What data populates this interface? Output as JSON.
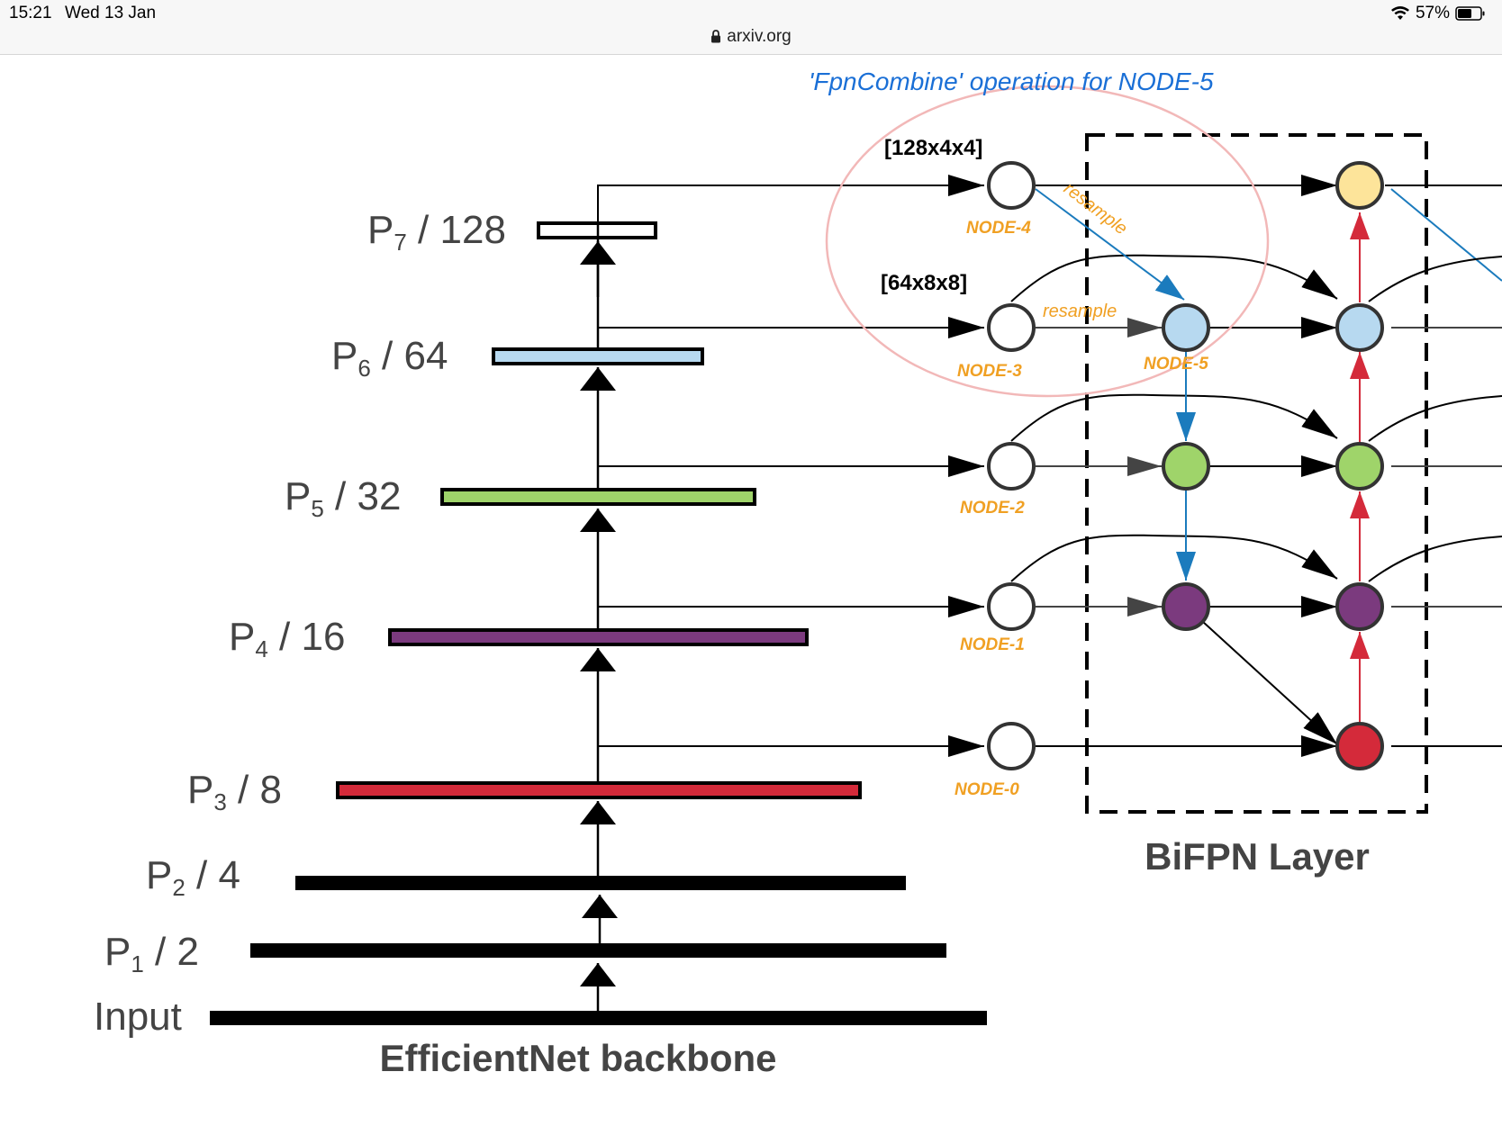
{
  "status_bar": {
    "time": "15:21",
    "date": "Wed 13 Jan",
    "battery": "57%",
    "url": "arxiv.org",
    "icons": [
      "wifi-icon",
      "battery-icon",
      "lock-icon"
    ]
  },
  "diagram": {
    "backbone_title": "EfficientNet backbone",
    "bifpn_title": "BiFPN Layer",
    "levels": [
      {
        "id": "P7",
        "base": "P",
        "sub": "7",
        "rest": " / 128",
        "color": "#ffffff"
      },
      {
        "id": "P6",
        "base": "P",
        "sub": "6",
        "rest": " / 64",
        "color": "#b7d9f0"
      },
      {
        "id": "P5",
        "base": "P",
        "sub": "5",
        "rest": " / 32",
        "color": "#9fd46a"
      },
      {
        "id": "P4",
        "base": "P",
        "sub": "4",
        "rest": " / 16",
        "color": "#7b3a7e"
      },
      {
        "id": "P3",
        "base": "P",
        "sub": "3",
        "rest": " / 8",
        "color": "#d42a3a"
      },
      {
        "id": "P2",
        "base": "P",
        "sub": "2",
        "rest": " / 4",
        "color": "#000000"
      },
      {
        "id": "P1",
        "base": "P",
        "sub": "1",
        "rest": " / 2",
        "color": "#000000"
      },
      {
        "id": "Input",
        "base": "Input",
        "sub": "",
        "rest": "",
        "color": "#000000"
      }
    ],
    "node_colors": {
      "p7": "#fde49a",
      "p6": "#b7d9f0",
      "p5": "#9fd46a",
      "p4": "#7b3a7e",
      "p3": "#d42a3a",
      "input_node": "#ffffff"
    },
    "annotations": {
      "title": "'FpnCombine' operation for NODE-5",
      "shape_node4": "[128x4x4]",
      "shape_node3": "[64x8x8]",
      "resample_diag": "resample",
      "resample_horiz": "resample",
      "node_labels": [
        "NODE-4",
        "NODE-3",
        "NODE-5",
        "NODE-2",
        "NODE-1",
        "NODE-0"
      ],
      "blue_ink": "#1a6fd6",
      "orange_ink": "#f0a023",
      "circle_ink": "#f2b8b8"
    }
  }
}
